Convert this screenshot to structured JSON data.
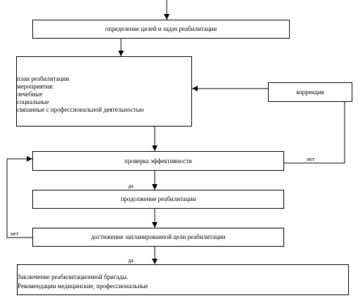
{
  "boxes": {
    "goals": "определение целей и задач реабилитации",
    "plan": [
      "план реабилитации",
      "мероприятия:",
      "лечебные",
      "социальные",
      "связанные с профессиональной деятельностью"
    ],
    "correction": "коррекция",
    "check": "проверка эффективности",
    "continue": "продолжение реабилитации",
    "achieve": "достижение запланированной цели реабилитации",
    "conclusion": [
      "Заключение реабилитационной бригады.",
      "Рекомендации медицинские, профессиональные"
    ]
  },
  "labels": {
    "no_right": "нет",
    "yes_1": "да",
    "no_left": "нет",
    "yes_2": "да"
  }
}
